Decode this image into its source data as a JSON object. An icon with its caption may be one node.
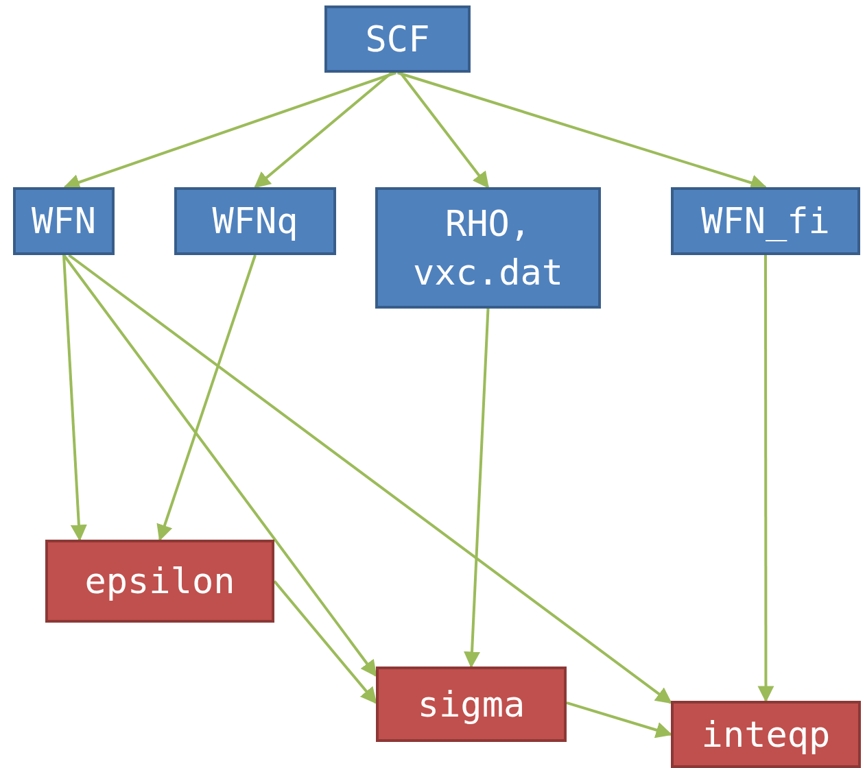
{
  "diagram": {
    "nodes": [
      {
        "text": [
          "SCF"
        ]
      },
      {
        "text": [
          "WFN"
        ]
      },
      {
        "text": [
          "WFNq"
        ]
      },
      {
        "text": [
          "RHO, vxc.dat"
        ]
      },
      {
        "text": [
          "WFN_fi"
        ]
      },
      {
        "text": [
          "epsilon"
        ]
      },
      {
        "text": [
          "sigma"
        ]
      },
      {
        "text": [
          "inteqp"
        ]
      }
    ],
    "edges": [
      {
        "from": 0,
        "to": 1,
        "arrow": "to"
      },
      {
        "from": 0,
        "to": 2,
        "arrow": "to"
      },
      {
        "from": 0,
        "to": 3,
        "arrow": "to"
      },
      {
        "from": 0,
        "to": 4,
        "arrow": "to"
      },
      {
        "from": 1,
        "to": 5,
        "arrow": "to"
      },
      {
        "from": 1,
        "to": 6,
        "arrow": "to"
      },
      {
        "from": 1,
        "to": 7,
        "arrow": "to"
      },
      {
        "from": 2,
        "to": 5,
        "arrow": "to"
      },
      {
        "from": 3,
        "to": 6,
        "arrow": "to"
      },
      {
        "from": 4,
        "to": 7,
        "arrow": "to"
      },
      {
        "from": 5,
        "to": 6,
        "arrow": "to"
      },
      {
        "from": 6,
        "to": 7,
        "arrow": "to"
      }
    ]
  }
}
